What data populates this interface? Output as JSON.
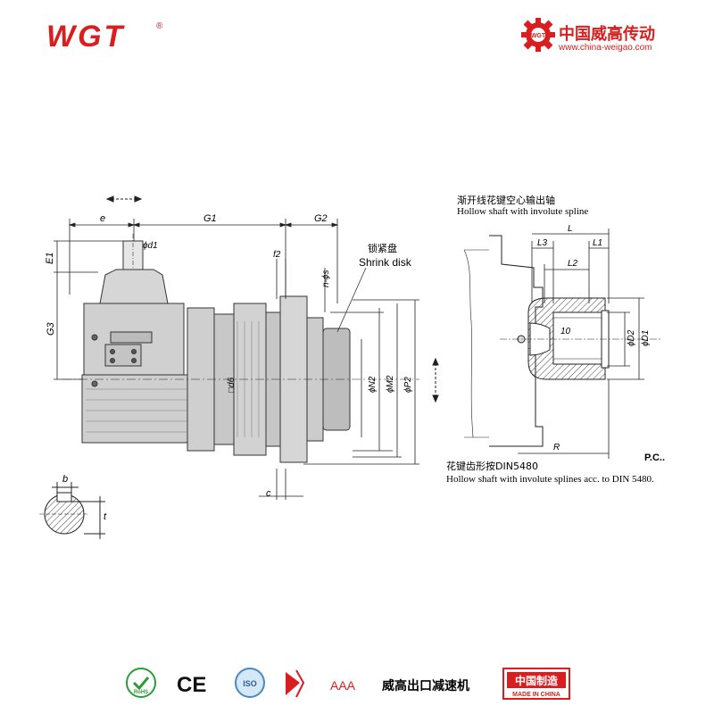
{
  "header": {
    "logo_text": "WGT",
    "logo_registered": "®",
    "brand_name_cn": "中国威高传动",
    "brand_url": "www.china-weigao.com",
    "gear_icon": "gear-logo-icon",
    "accent_color": "#d81e1e"
  },
  "drawing": {
    "main_labels": {
      "e": "e",
      "g1": "G1",
      "g2": "G2",
      "e1": "E1",
      "d1": "ϕd1",
      "g3": "G3",
      "f2": "f2",
      "n_phi_s": "n-ϕs",
      "shrink_cn": "锁紧盘",
      "shrink_en": "Shrink disk",
      "d6": "□d6",
      "n2": "ϕN2",
      "m2": "ϕM2",
      "p2": "ϕP2",
      "c": "c",
      "b": "b",
      "t": "t"
    },
    "detail_labels": {
      "title_cn": "渐开线花键空心输出轴",
      "title_en": "Hollow shaft with involute spline",
      "l": "L",
      "l3": "L3",
      "l1": "L1",
      "l2": "L2",
      "ten": "10",
      "d2": "ϕD2",
      "d1": "ϕD1",
      "r": "R",
      "pc": "P.C.."
    },
    "spline_note_cn": "花键齿形按DIN5480",
    "spline_note_en": "Hollow shaft with involute splines acc. to DIN 5480."
  },
  "footer": {
    "rohs": "RoHS",
    "ce": "CE",
    "iso": "ISO",
    "aaa": "AAA",
    "export_text": "威高出口减速机",
    "made_cn": "中国制造",
    "made_en": "MADE IN CHINA"
  }
}
